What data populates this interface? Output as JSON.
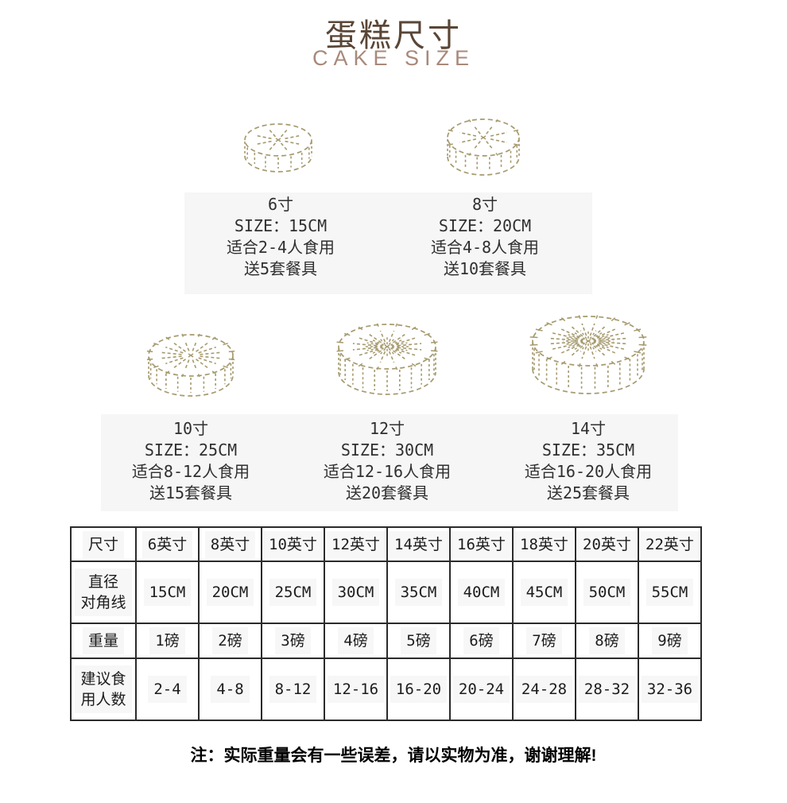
{
  "header": {
    "title": "蛋糕尺寸",
    "subtitle": "CAKE SIZE"
  },
  "cakes": [
    {
      "figure": "cake-dashed-illustration",
      "name": "6寸",
      "size": "SIZE：15CM",
      "serving": "适合2-4人食用",
      "cutlery": "送5套餐具"
    },
    {
      "figure": "cake-dashed-illustration",
      "name": "8寸",
      "size": "SIZE：20CM",
      "serving": "适合4-8人食用",
      "cutlery": "送10套餐具"
    },
    {
      "figure": "cake-dashed-illustration",
      "name": "10寸",
      "size": "SIZE：25CM",
      "serving": "适合8-12人食用",
      "cutlery": "送15套餐具"
    },
    {
      "figure": "cake-dashed-illustration",
      "name": "12寸",
      "size": "SIZE：30CM",
      "serving": "适合12-16人食用",
      "cutlery": "送20套餐具"
    },
    {
      "figure": "cake-dashed-illustration",
      "name": "14寸",
      "size": "SIZE：35CM",
      "serving": "适合16-20人食用",
      "cutlery": "送25套餐具"
    }
  ],
  "table": {
    "rows": [
      [
        "尺寸",
        "6英寸",
        "8英寸",
        "10英寸",
        "12英寸",
        "14英寸",
        "16英寸",
        "18英寸",
        "20英寸",
        "22英寸"
      ],
      [
        "直径\n对角线",
        "15CM",
        "20CM",
        "25CM",
        "30CM",
        "35CM",
        "40CM",
        "45CM",
        "50CM",
        "55CM"
      ],
      [
        "重量",
        "1磅",
        "2磅",
        "3磅",
        "4磅",
        "5磅",
        "6磅",
        "7磅",
        "8磅",
        "9磅"
      ],
      [
        "建议食\n用人数",
        "2-4",
        "4-8",
        "8-12",
        "12-16",
        "16-20",
        "20-24",
        "24-28",
        "28-32",
        "32-36"
      ]
    ]
  },
  "note": "注：实际重量会有一些误差，请以实物为准，谢谢理解!",
  "colors": {
    "title": "#5a4636",
    "subtitle": "#a8897a",
    "cake_line": "#a69a6e",
    "panel_bg": "#f6f6f6",
    "cell_patch_bg": "#f7f7f7",
    "table_border": "#2b2b2b",
    "body_text": "#2f2f2f",
    "note_text": "#000000"
  }
}
